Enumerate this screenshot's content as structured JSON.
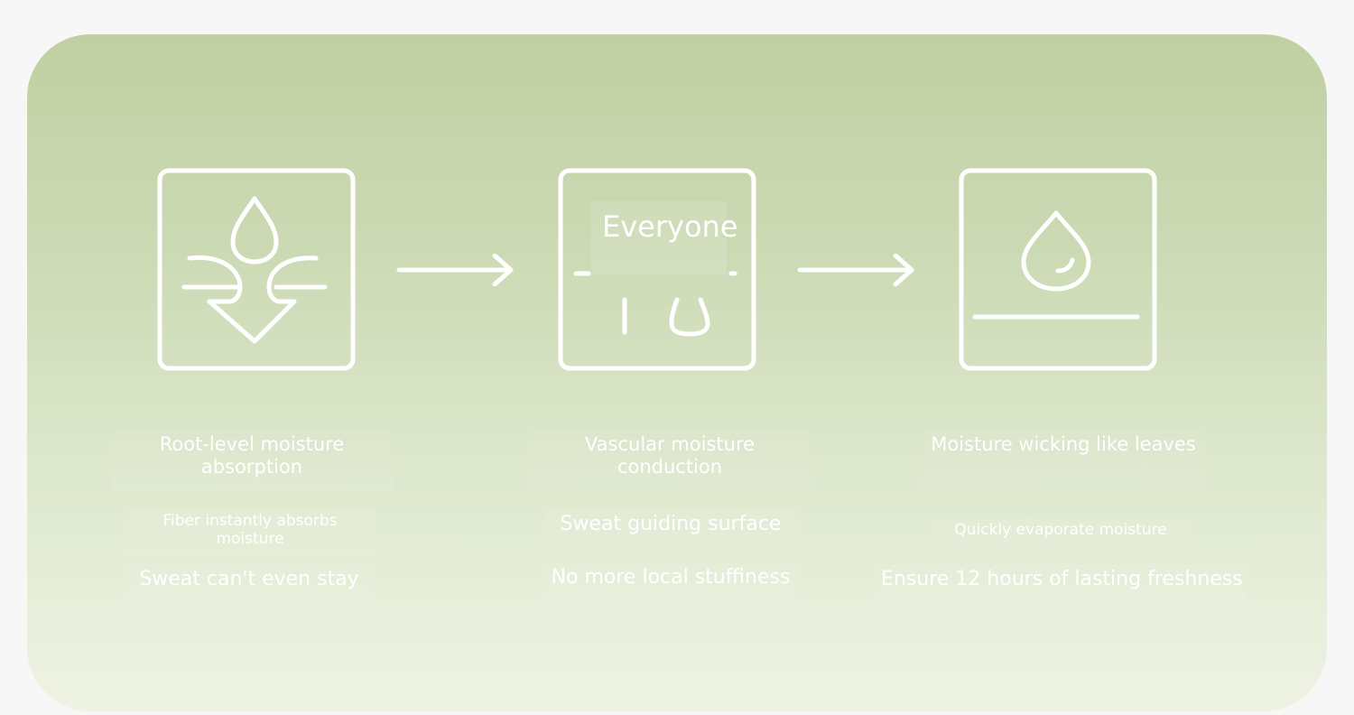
{
  "steps": [
    {
      "icon": "roots-absorb-icon",
      "title": "Root-level moisture absorption",
      "sub": "Fiber instantly absorbs moisture",
      "line": "Sweat can't even stay"
    },
    {
      "icon": "vascular-conduction-icon",
      "overlay": "Everyone",
      "title": "Vascular moisture conduction",
      "sub": "Sweat guiding surface",
      "line": "No more local stuffiness"
    },
    {
      "icon": "leaf-evaporate-icon",
      "title": "Moisture wicking like leaves",
      "sub": "Quickly evaporate moisture",
      "line": "Ensure 12 hours of lasting freshness"
    }
  ],
  "colors": {
    "accent": "#ffffff",
    "panel_top": "#c0d0a2",
    "panel_bottom": "#eef2e3"
  }
}
